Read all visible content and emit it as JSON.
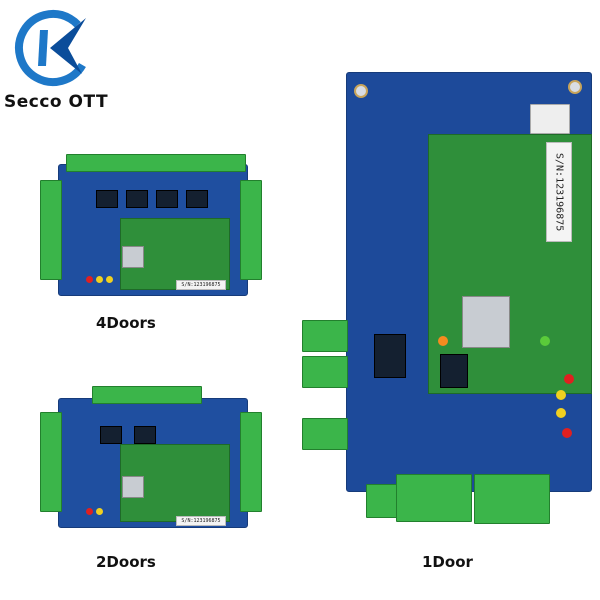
{
  "brand": {
    "name": "Secco OTT",
    "logo_colors": [
      "#1e78c8",
      "#0b4d9a"
    ]
  },
  "products": [
    {
      "caption": "4Doors",
      "serial": "S/N:123196875"
    },
    {
      "caption": "2Doors",
      "serial": "S/N:123196875"
    },
    {
      "caption": "1Door",
      "serial": "S/N:123196875"
    }
  ],
  "colors": {
    "pcb_blue": "#1f4fa0",
    "pcb_green": "#2f8f3a",
    "terminal": "#3bb54a"
  }
}
